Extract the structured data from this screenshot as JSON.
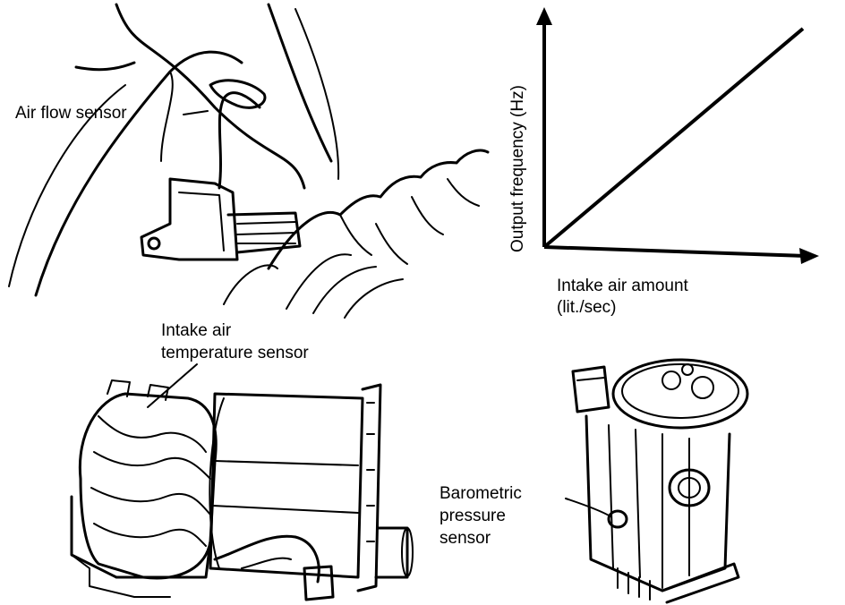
{
  "labels": {
    "air_flow_sensor": "Air flow sensor",
    "intake_air_line1": "Intake air",
    "intake_air_line2": "temperature sensor",
    "baro_line1": "Barometric",
    "baro_line2": "pressure",
    "baro_line3": "sensor"
  },
  "chart_data": {
    "type": "line",
    "title": "",
    "xlabel": "Intake air amount",
    "xlabel_unit": "(lit./sec)",
    "ylabel": "Output frequency (Hz)",
    "x": [
      0,
      1
    ],
    "series": [
      {
        "values": [
          0,
          1
        ]
      }
    ],
    "grid": false,
    "ticks": false
  },
  "colors": {
    "ink": "#000000",
    "paper": "#ffffff"
  }
}
